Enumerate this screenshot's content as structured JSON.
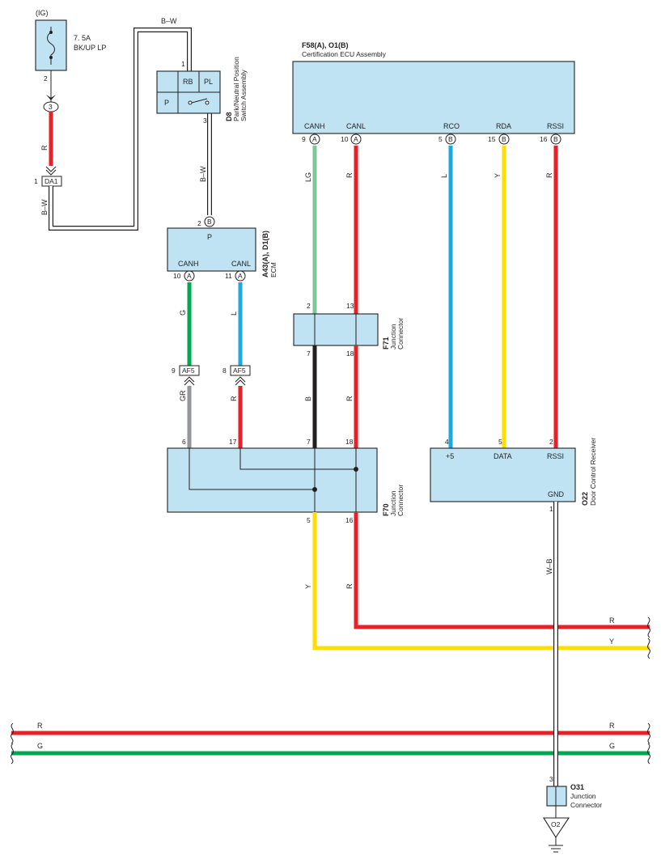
{
  "colors": {
    "R": "#e8202a",
    "G": "#00a651",
    "LG": "#7cc69a",
    "L": "#1ba9e1",
    "Y": "#ffde00",
    "B": "#231f20",
    "GR": "#939598",
    "component_fill": "#bfe3f2"
  },
  "fuse": {
    "title": "(IG)",
    "rating": "7. 5A",
    "name": "BK/UP LP",
    "pin": "2",
    "icon": "fuse-icon"
  },
  "splice_top": {
    "label": "3"
  },
  "wires": {
    "fuse_down": "R",
    "bw_top": "B–W",
    "bw_left": "B–W",
    "bw_mid": "B–W",
    "canh_ecu": "LG",
    "canl_ecu": "R",
    "rco": "L",
    "rda": "Y",
    "rssi": "R",
    "ecm_canh": "G",
    "ecm_canl": "L",
    "af5_9": "GR",
    "af5_8": "R",
    "f71_7": "B",
    "f71_18": "R",
    "f70_5": "Y",
    "f70_16": "R",
    "gnd": "W–B",
    "run_r": "R",
    "run_y": "Y",
    "bus_r_left": "R",
    "bus_r_right": "R",
    "bus_g_left": "G",
    "bus_g_right": "G"
  },
  "da1": {
    "pin": "1",
    "label": "DA1"
  },
  "d8": {
    "code": "D8",
    "name_line1": "Park/Neutral Position",
    "name_line2": "Switch Assembly",
    "pin_top": "1",
    "pin_bottom": "3",
    "cells": {
      "rb": "RB",
      "pl": "PL",
      "p": "P"
    }
  },
  "cert_ecu": {
    "code": "F58(A), O1(B)",
    "name": "Certification ECU Assembly",
    "terminals": [
      {
        "label": "CANH",
        "pin": "9",
        "conn": "A"
      },
      {
        "label": "CANL",
        "pin": "10",
        "conn": "A"
      },
      {
        "label": "RCO",
        "pin": "5",
        "conn": "B"
      },
      {
        "label": "RDA",
        "pin": "15",
        "conn": "B"
      },
      {
        "label": "RSSI",
        "pin": "16",
        "conn": "B"
      }
    ]
  },
  "ecm": {
    "code": "A43(A), D1(B)",
    "name": "ECM",
    "p_pin": "2",
    "p_conn": "B",
    "p_label": "P",
    "terminals": [
      {
        "label": "CANH",
        "pin": "10",
        "conn": "A"
      },
      {
        "label": "CANL",
        "pin": "11",
        "conn": "A"
      }
    ]
  },
  "f71": {
    "code": "F71",
    "name_line1": "Junction",
    "name_line2": "Connector",
    "pins_top": [
      "2",
      "13"
    ],
    "pins_bottom": [
      "7",
      "18"
    ]
  },
  "af5": [
    {
      "pin": "9",
      "label": "AF5"
    },
    {
      "pin": "8",
      "label": "AF5"
    }
  ],
  "f70": {
    "code": "F70",
    "name_line1": "Junction",
    "name_line2": "Connector",
    "pins_top": [
      "6",
      "17",
      "7",
      "18"
    ],
    "pins_bottom": [
      "5",
      "16"
    ]
  },
  "o22": {
    "code": "O22",
    "name": "Door Control Receiver",
    "pins": [
      "4",
      "5",
      "2"
    ],
    "labels": [
      "+5",
      "DATA",
      "RSSI"
    ],
    "gnd_label": "GND",
    "gnd_pin": "1"
  },
  "o31": {
    "code": "O31",
    "name_line1": "Junction",
    "name_line2": "Connector",
    "pin": "3"
  },
  "ground": {
    "label": "O2",
    "icon": "ground-icon"
  }
}
